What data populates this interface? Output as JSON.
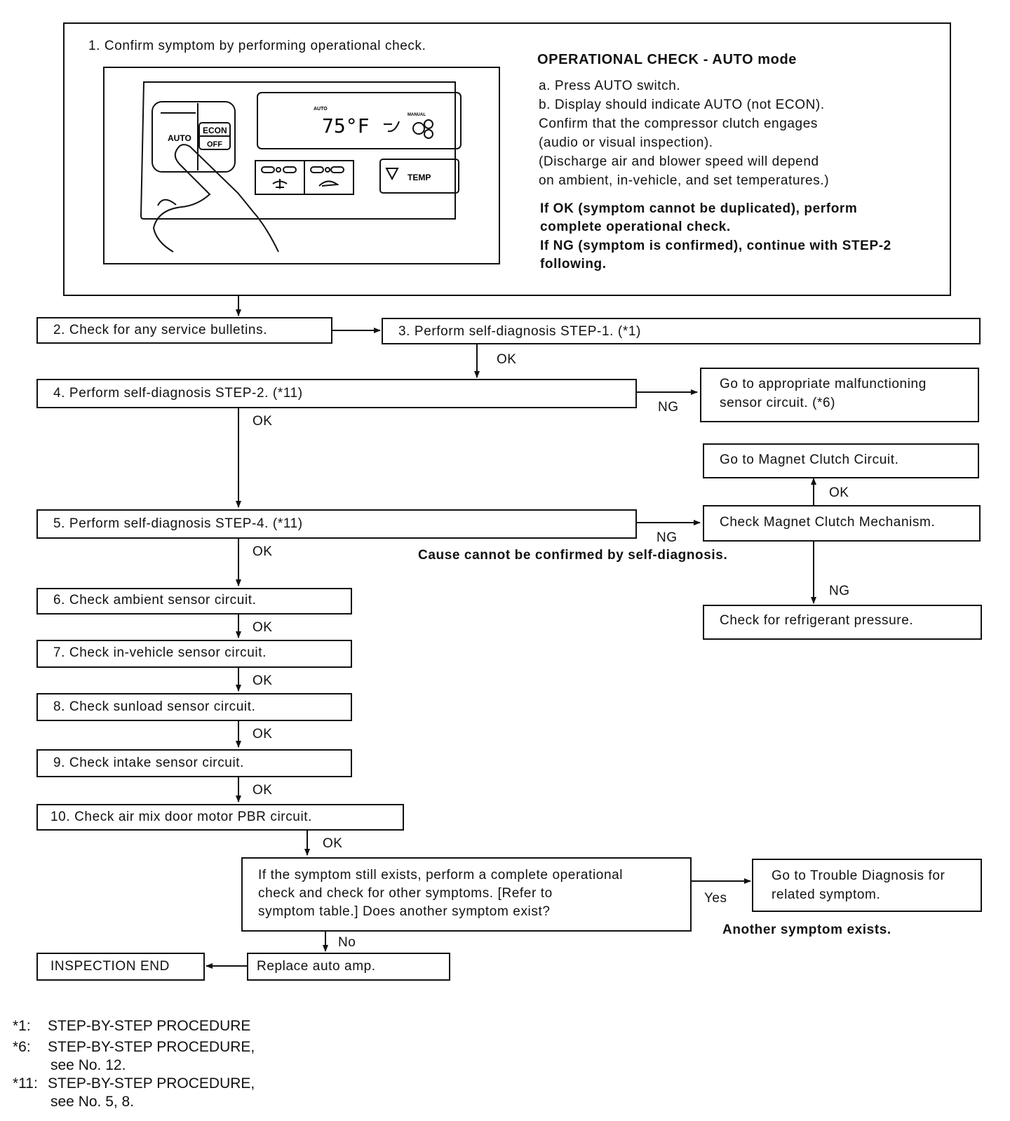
{
  "step1": {
    "title": "1. Confirm symptom by performing operational check.",
    "check_heading": "OPERATIONAL CHECK - AUTO mode",
    "lines": [
      "a. Press AUTO switch.",
      "b. Display should indicate AUTO (not ECON).",
      "Confirm that the compressor clutch engages",
      "(audio or visual inspection).",
      "(Discharge air and blower speed will depend",
      "on ambient, in-vehicle, and set temperatures.)"
    ],
    "bold_lines": [
      "If OK (symptom cannot be duplicated), perform",
      "complete operational check.",
      "If NG (symptom is confirmed), continue with STEP-2",
      "following."
    ],
    "panel": {
      "auto_btn": "AUTO",
      "econ_btn": "ECON",
      "off_btn": "OFF",
      "disp_auto": "AUTO",
      "disp_temp": "75°F",
      "disp_manual": "MANUAL",
      "temp_btn": "TEMP"
    }
  },
  "steps": {
    "s2": "2. Check for any service bulletins.",
    "s3": "3. Perform self-diagnosis STEP-1. (*1)",
    "s4": "4. Perform self-diagnosis STEP-2. (*11)",
    "s4_ng_1": "Go to appropriate malfunctioning",
    "s4_ng_2": "sensor circuit. (*6)",
    "magnet_circuit": "Go to Magnet Clutch Circuit.",
    "s5": "5. Perform self-diagnosis STEP-4. (*11)",
    "magnet_mech": "Check Magnet Clutch Mechanism.",
    "cause_note": "Cause cannot be confirmed by self-diagnosis.",
    "refrigerant": "Check for refrigerant pressure.",
    "s6": "6. Check ambient sensor circuit.",
    "s7": "7. Check in-vehicle sensor circuit.",
    "s8": "8. Check sunload sensor circuit.",
    "s9": "9. Check intake sensor circuit.",
    "s10": "10. Check air mix door motor PBR circuit.",
    "final_q_1": "If the symptom still exists, perform a complete operational",
    "final_q_2": "check and check for other symptoms. [Refer to",
    "final_q_3": "symptom table.] Does another symptom exist?",
    "trouble_1": "Go to Trouble Diagnosis for",
    "trouble_2": "related symptom.",
    "another": "Another symptom exists.",
    "replace": "Replace auto amp.",
    "end": "INSPECTION END"
  },
  "labels": {
    "ok": "OK",
    "ng": "NG",
    "yes": "Yes",
    "no": "No"
  },
  "footnotes": [
    {
      "key": "*1:",
      "line1": "STEP-BY-STEP PROCEDURE",
      "line2": ""
    },
    {
      "key": "*6:",
      "line1": "STEP-BY-STEP PROCEDURE,",
      "line2": "see No. 12."
    },
    {
      "key": "*11:",
      "line1": "STEP-BY-STEP PROCEDURE,",
      "line2": "see No. 5, 8."
    }
  ]
}
